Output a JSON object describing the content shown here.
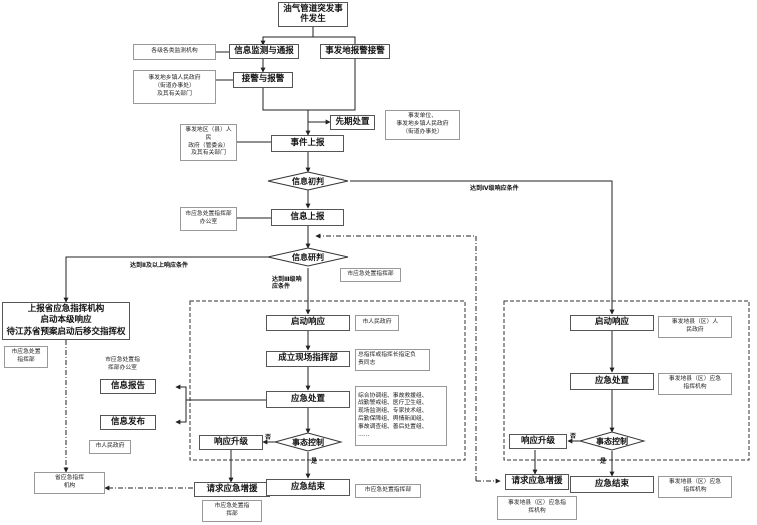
{
  "nodes": {
    "incident": "油气管道突发事\n件发生",
    "monitor": "信息监测与通报",
    "alarm_receive": "事发地报警接警",
    "report_alarm": "接警与报警",
    "early_response": "先期处置",
    "event_report": "事件上报",
    "initial_judge": "信息初判",
    "info_report": "信息上报",
    "study": "信息研判",
    "province": "上报省应急指挥机构\n启动本级响应\n待江苏省预案启动后移交指挥权",
    "start_city": "启动响应",
    "field_hq": "成立现场指挥部",
    "disposal_city": "应急处置",
    "info_report2": "信息报告",
    "info_publish": "信息发布",
    "upgrade_city": "响应升级",
    "control_city": "事态控制",
    "request_city": "请求应急增援",
    "end_city": "应急结束",
    "start_county": "启动响应",
    "disposal_county": "应急处置",
    "upgrade_county": "响应升级",
    "control_county": "事态控制",
    "request_county": "请求应急增援",
    "end_county": "应急结束"
  },
  "notes": {
    "monitor_org": "各级各类监测机构",
    "town_gov": "事发地乡镇人民政府\n（街道办事处）\n及其有关部门",
    "early_units": "事发单位、\n事发地乡镇人民政府\n（街道办事处）",
    "county_gov": "事发地区（县）人民\n政府（管委会）\n及其有关部门",
    "city_office": "市应急处置指挥部\n办公室",
    "study_org": "市应急处置指挥部",
    "province_org": "市应急处置\n指挥部",
    "city_gov": "市人民政府",
    "field_hq_note": "总指挥或指挥长指定负\n责同志",
    "hq_office": "市应急处置指\n挥部办公室",
    "groups": "综合协调组、事故救援组、\n战勤警戒组、医疗卫生组、\n现场监测组、专家技术组、\n后勤保障组、舆情新闻组、\n事故调查组、善后处置组、\n……",
    "publish_org": "市人民政府",
    "province_cmd": "省应急指挥\n机构",
    "request_city_org": "市应急处置指\n挥部",
    "end_city_org": "市应急处置指挥部",
    "county_start_org": "事发地县（区）人\n民政府",
    "county_disposal_org": "事发地县（区）应急\n指挥机构",
    "request_county_org": "事发地县（区）应急指\n挥机构",
    "end_county_org": "事发地县（区）应急\n指挥机构"
  },
  "labels": {
    "level4": "达到Ⅳ级响应条件",
    "level2": "达到Ⅱ及以上响应条件",
    "level3": "达到Ⅲ级响\n应条件",
    "no_city": "否",
    "yes_city": "是",
    "no_county": "否",
    "yes_county": "是"
  }
}
